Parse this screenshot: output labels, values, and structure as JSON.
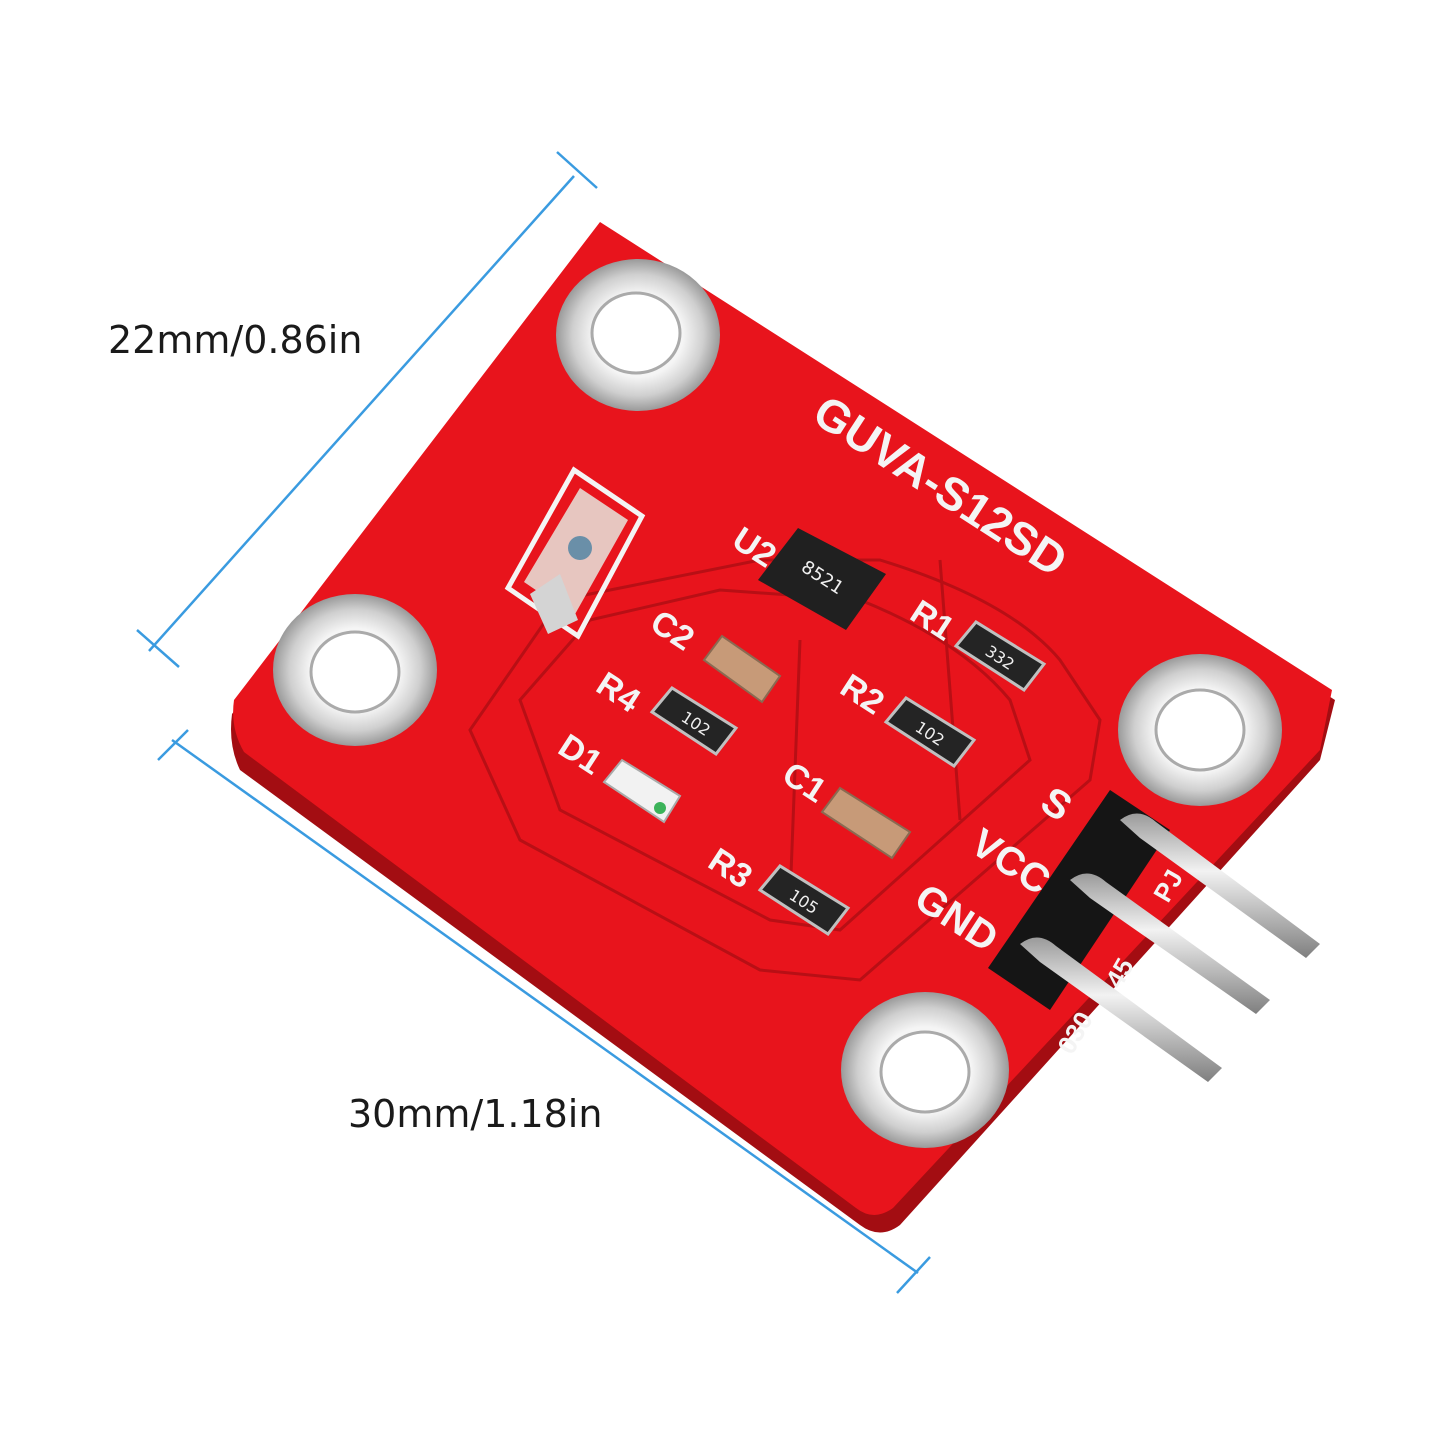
{
  "dimensions": {
    "height_label": "22mm/0.86in",
    "width_label": "30mm/1.18in"
  },
  "board": {
    "name": "GUVA-S12SD",
    "pcb_color": "#e8141c",
    "pin_labels": [
      "S",
      "VCC",
      "GND"
    ],
    "edge_codes": [
      "PJ",
      "45",
      "030"
    ],
    "components": {
      "U2": {
        "label": "U2",
        "marking": "8521"
      },
      "C2": {
        "label": "C2"
      },
      "R4": {
        "label": "R4",
        "marking": "102"
      },
      "D1": {
        "label": "D1"
      },
      "R1": {
        "label": "R1",
        "marking": "332"
      },
      "R2": {
        "label": "R2",
        "marking": "102"
      },
      "C1": {
        "label": "C1"
      },
      "R3": {
        "label": "R3",
        "marking": "105"
      }
    }
  },
  "colors": {
    "dimension_line": "#3a9be0",
    "pad_silver": "#d9d9d9",
    "header_black": "#151515"
  }
}
